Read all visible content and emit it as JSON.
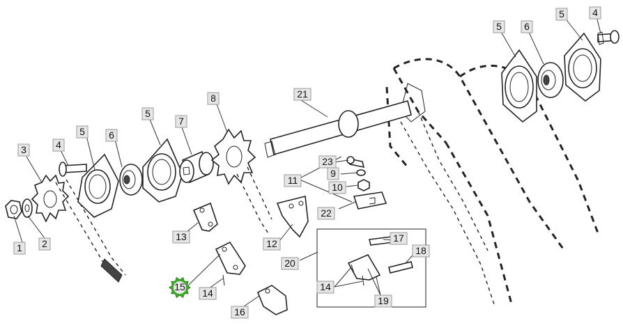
{
  "diagram": {
    "highlight_color": "#3fae2a",
    "callouts": [
      {
        "id": "c1",
        "label": "1"
      },
      {
        "id": "c2",
        "label": "2"
      },
      {
        "id": "c3",
        "label": "3"
      },
      {
        "id": "c4a",
        "label": "4"
      },
      {
        "id": "c4b",
        "label": "4"
      },
      {
        "id": "c5a",
        "label": "5"
      },
      {
        "id": "c5b",
        "label": "5"
      },
      {
        "id": "c5c",
        "label": "5"
      },
      {
        "id": "c5d",
        "label": "5"
      },
      {
        "id": "c6a",
        "label": "6"
      },
      {
        "id": "c6b",
        "label": "6"
      },
      {
        "id": "c7",
        "label": "7"
      },
      {
        "id": "c8",
        "label": "8"
      },
      {
        "id": "c9",
        "label": "9"
      },
      {
        "id": "c10",
        "label": "10"
      },
      {
        "id": "c11",
        "label": "11"
      },
      {
        "id": "c12",
        "label": "12"
      },
      {
        "id": "c13",
        "label": "13"
      },
      {
        "id": "c14a",
        "label": "14"
      },
      {
        "id": "c14b",
        "label": "14"
      },
      {
        "id": "c15",
        "label": "15",
        "highlighted": true
      },
      {
        "id": "c16",
        "label": "16"
      },
      {
        "id": "c17",
        "label": "17"
      },
      {
        "id": "c18",
        "label": "18"
      },
      {
        "id": "c19",
        "label": "19"
      },
      {
        "id": "c20",
        "label": "20"
      },
      {
        "id": "c21",
        "label": "21"
      },
      {
        "id": "c22",
        "label": "22"
      },
      {
        "id": "c23",
        "label": "23"
      }
    ]
  }
}
